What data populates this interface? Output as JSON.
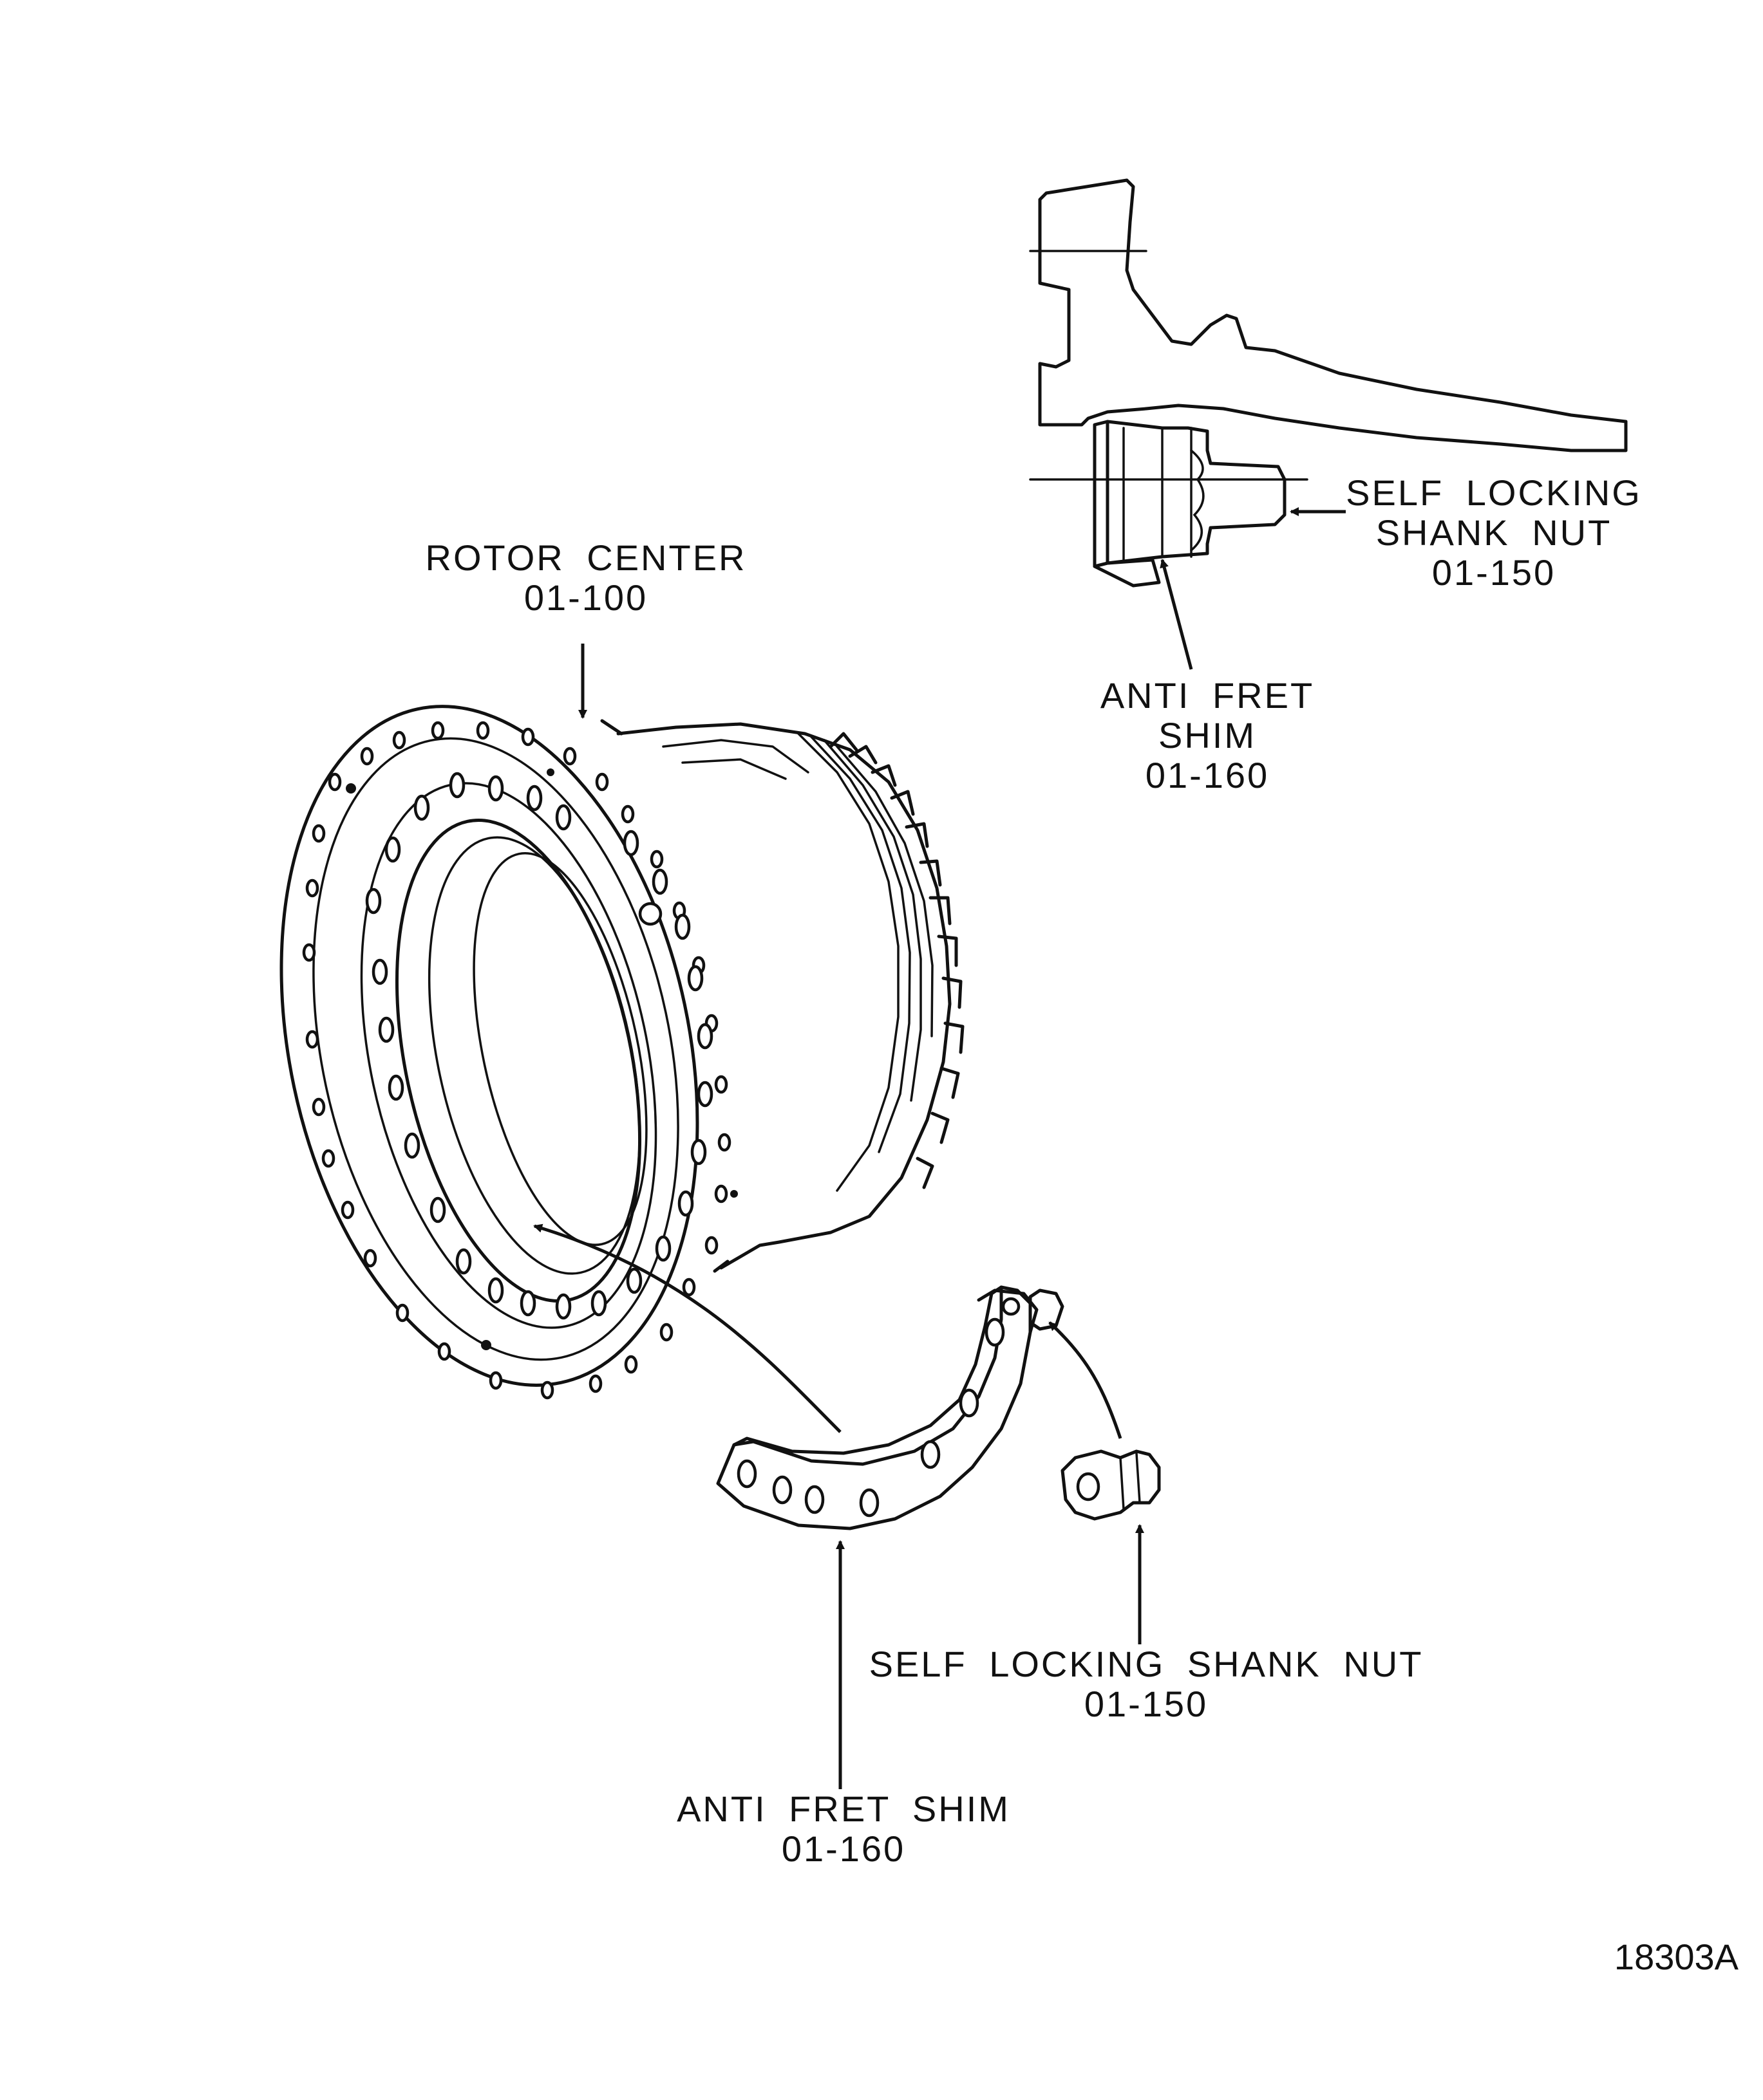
{
  "labels": {
    "rotor_center": {
      "name": "ROTOR CENTER",
      "part": "01-100"
    },
    "nut_detail": {
      "line1": "SELF LOCKING",
      "line2": "SHANK NUT",
      "part": "01-150"
    },
    "shim_detail": {
      "line1": "ANTI FRET",
      "line2": "SHIM",
      "part": "01-160"
    },
    "nut_exploded": {
      "name": "SELF LOCKING SHANK NUT",
      "part": "01-150"
    },
    "shim_exploded": {
      "name": "ANTI FRET SHIM",
      "part": "01-160"
    }
  },
  "figure_number": "18303A"
}
